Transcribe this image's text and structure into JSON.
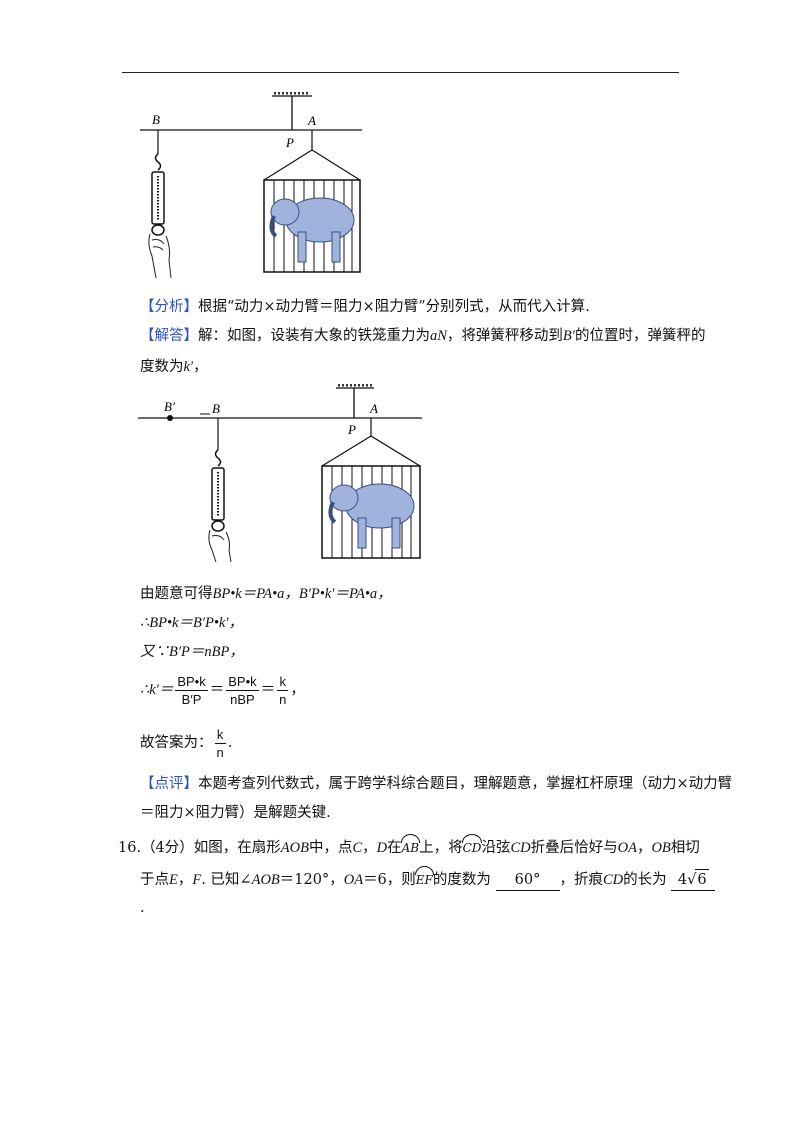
{
  "figure1": {
    "label_b": "B",
    "label_a": "A",
    "label_p": "P"
  },
  "figure2": {
    "label_b_prime": "B′",
    "label_b": "B",
    "label_a": "A",
    "label_p": "P"
  },
  "analysis": {
    "tag": "【分析】",
    "text": "根据“动力×动力臂＝阻力×阻力臂”分别列式，从而代入计算."
  },
  "solution": {
    "tag": "【解答】",
    "line1_a": "解：如图，设装有大象的铁笼重力为",
    "line1_aN": "aN",
    "line1_b": "，将弹簧秤移动到",
    "line1_Bp": "B′",
    "line1_c": "的位置时，弹簧秤的",
    "line2_a": "度数为",
    "line2_k": "k′",
    "line2_b": "，",
    "eq1": "由题意可得",
    "eq1_math": "BP•k＝PA•a，B′P•k′＝PA•a，",
    "eq2": "∴BP•k＝B′P•k′，",
    "eq3": "又∵B′P＝nBP，",
    "eq4_lead": "∴k′＝",
    "frac1_num": "BP•k",
    "frac1_den": "B′P",
    "frac2_num": "BP•k",
    "frac2_den": "nBP",
    "frac3_num": "k",
    "frac3_den": "n",
    "eq4_end": "，",
    "answer_lead": "故答案为：",
    "answer_num": "k",
    "answer_den": "n",
    "answer_end": "."
  },
  "comment": {
    "tag": "【点评】",
    "line1": "本题考查列代数式，属于跨学科综合题目，理解题意，掌握杠杆原理（动力×动力臂",
    "line2": "＝阻力×阻力臂）是解题关键."
  },
  "problem16": {
    "number": "16.",
    "score": "（4分）",
    "t1": "如图，在扇形",
    "AOB": "AOB",
    "t2": "中，点",
    "C": "C",
    "t3": "，",
    "D": "D",
    "t4": "在",
    "arc_AB": "AB",
    "t5": "上，将",
    "arc_CD": "CD",
    "t6": "沿弦",
    "CD": "CD",
    "t7": "折叠后恰好与",
    "OA": "OA",
    "t8": "，",
    "OB": "OB",
    "t9": "相切",
    "l2_t1": "于点",
    "E": "E",
    "l2_t2": "，",
    "F": "F",
    "l2_t3": ". 已知∠",
    "l2_AOB": "AOB",
    "l2_t4": "＝120°，",
    "l2_OA": "OA",
    "l2_t5": "＝6，则",
    "arc_EF": "EF",
    "l2_t6": "的度数为",
    "ans1": "60°",
    "l2_t7": "，折痕",
    "l2_CD": "CD",
    "l2_t8": "的长为",
    "ans2_coef": "4",
    "ans2_rad": "6",
    "l3": "."
  }
}
